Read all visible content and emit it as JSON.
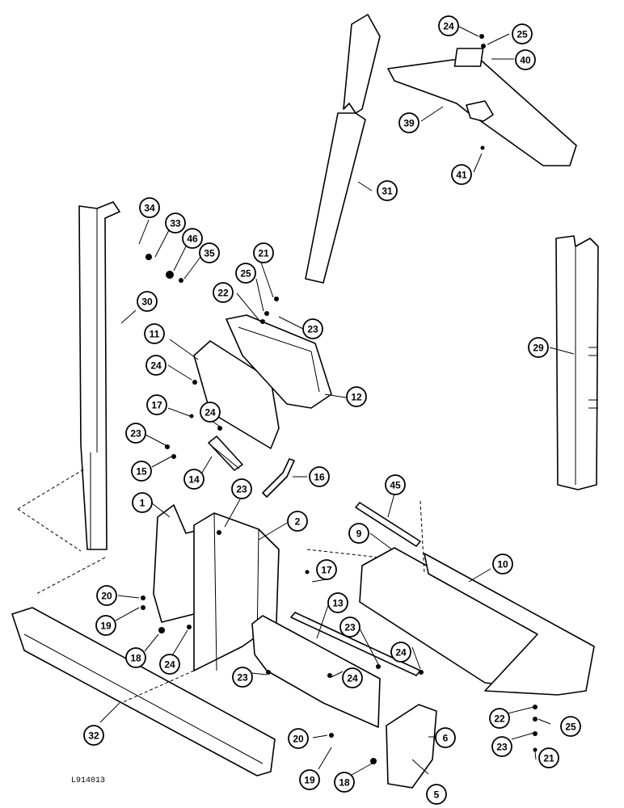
{
  "drawing_id": "L914013",
  "callouts": [
    {
      "id": "c24a",
      "label": "24"
    },
    {
      "id": "c25a",
      "label": "25"
    },
    {
      "id": "c40",
      "label": "40"
    },
    {
      "id": "c39",
      "label": "39"
    },
    {
      "id": "c41",
      "label": "41"
    },
    {
      "id": "c31",
      "label": "31"
    },
    {
      "id": "c34",
      "label": "34"
    },
    {
      "id": "c33",
      "label": "33"
    },
    {
      "id": "c46",
      "label": "46"
    },
    {
      "id": "c35",
      "label": "35"
    },
    {
      "id": "c21a",
      "label": "21"
    },
    {
      "id": "c25b",
      "label": "25"
    },
    {
      "id": "c22a",
      "label": "22"
    },
    {
      "id": "c23a",
      "label": "23"
    },
    {
      "id": "c30",
      "label": "30"
    },
    {
      "id": "c29",
      "label": "29"
    },
    {
      "id": "c11",
      "label": "11"
    },
    {
      "id": "c24b",
      "label": "24"
    },
    {
      "id": "c12",
      "label": "12"
    },
    {
      "id": "c17a",
      "label": "17"
    },
    {
      "id": "c24c",
      "label": "24"
    },
    {
      "id": "c23b",
      "label": "23"
    },
    {
      "id": "c15",
      "label": "15"
    },
    {
      "id": "c14",
      "label": "14"
    },
    {
      "id": "c16",
      "label": "16"
    },
    {
      "id": "c45",
      "label": "45"
    },
    {
      "id": "c1",
      "label": "1"
    },
    {
      "id": "c23c",
      "label": "23"
    },
    {
      "id": "c2",
      "label": "2"
    },
    {
      "id": "c9",
      "label": "9"
    },
    {
      "id": "c10",
      "label": "10"
    },
    {
      "id": "c17b",
      "label": "17"
    },
    {
      "id": "c20a",
      "label": "20"
    },
    {
      "id": "c13",
      "label": "13"
    },
    {
      "id": "c19a",
      "label": "19"
    },
    {
      "id": "c23d",
      "label": "23"
    },
    {
      "id": "c18a",
      "label": "18"
    },
    {
      "id": "c24d",
      "label": "24"
    },
    {
      "id": "c24e",
      "label": "24"
    },
    {
      "id": "c23e",
      "label": "23"
    },
    {
      "id": "c24f",
      "label": "24"
    },
    {
      "id": "c22b",
      "label": "22"
    },
    {
      "id": "c25c",
      "label": "25"
    },
    {
      "id": "c6",
      "label": "6"
    },
    {
      "id": "c23f",
      "label": "23"
    },
    {
      "id": "c32",
      "label": "32"
    },
    {
      "id": "c20b",
      "label": "20"
    },
    {
      "id": "c21b",
      "label": "21"
    },
    {
      "id": "c19b",
      "label": "19"
    },
    {
      "id": "c18b",
      "label": "18"
    },
    {
      "id": "c5",
      "label": "5"
    }
  ]
}
